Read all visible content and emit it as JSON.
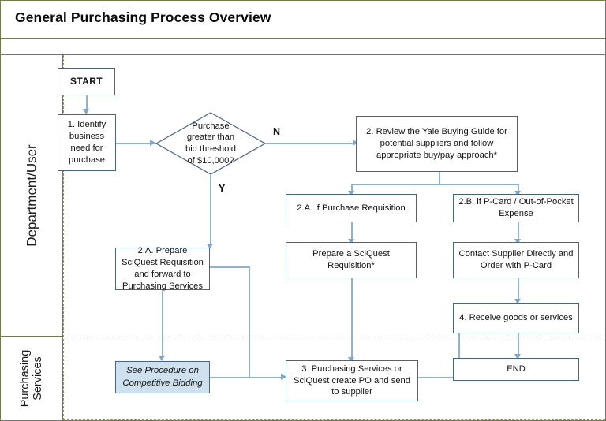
{
  "page": {
    "title": "General Purchasing Process Overview",
    "frame_color": "#6f7b4e",
    "node_border_color": "#4a6583",
    "connector_color": "#8fb2d4",
    "highlight_fill": "#cfe0ef"
  },
  "lanes": [
    {
      "id": "department-user",
      "label": "Department/User"
    },
    {
      "id": "purchasing-services",
      "label": "Purchasing Services"
    }
  ],
  "nodes": {
    "start": {
      "label": "START"
    },
    "identify": {
      "label": "1. Identify business need for purchase"
    },
    "decision": {
      "label": "Purchase greater than bid threshold of $10,000?"
    },
    "review_guide": {
      "label": "2. Review the Yale Buying Guide for potential suppliers and follow appropriate buy/pay approach*"
    },
    "branch_2a": {
      "label": "2.A.  if Purchase Requisition"
    },
    "branch_2b": {
      "label": "2.B.  if P-Card / Out-of-Pocket Expense"
    },
    "prepare_req": {
      "label": "Prepare a SciQuest Requisition*"
    },
    "contact_supplier": {
      "label": "Contact Supplier Directly and Order with P-Card"
    },
    "prepare_forward": {
      "label": "2.A.  Prepare SciQuest Requisition and forward to Purchasing Services"
    },
    "receive_goods": {
      "label": "4.  Receive goods or services"
    },
    "competitive_bidding": {
      "label": "See Procedure on Competitive Bidding"
    },
    "create_po": {
      "label": "3.  Purchasing Services or SciQuest create PO and send to supplier"
    },
    "end": {
      "label": "END"
    }
  },
  "branch_labels": {
    "no": "N",
    "yes": "Y"
  }
}
